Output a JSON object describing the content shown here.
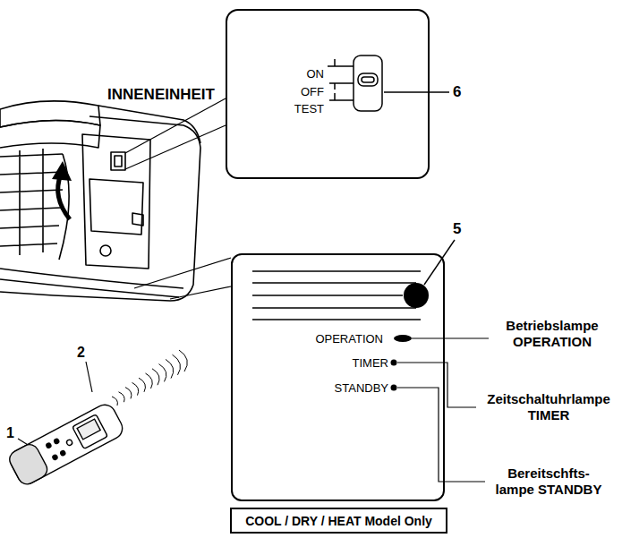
{
  "diagram": {
    "nodes": [
      {
        "text": [
          "ON",
          "OFF",
          "TEST"
        ]
      },
      {
        "text": [
          "OPERATION",
          "TIMER",
          "STANDBY"
        ]
      },
      {
        "text": [
          "COOL / DRY / HEAT Model Only"
        ]
      }
    ],
    "labels": [
      "INNENEINHEIT",
      "6",
      "5",
      "Betriebslampe OPERATION",
      "Zeitschaltuhrlampe TIMER",
      "Bereitschfts- lampe STANDBY",
      "2",
      "1"
    ]
  }
}
